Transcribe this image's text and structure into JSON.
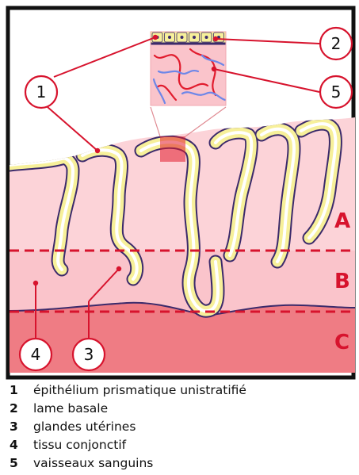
{
  "colors": {
    "layer_a": "#fcd3d8",
    "layer_b": "#fac4cb",
    "layer_c": "#ef7c84",
    "accent": "#d7132d",
    "gland_fill": "#ffffff",
    "epithelium": "#f7f09a",
    "basal_outline": "#3b2a6b",
    "vessel_red": "#e11c2e",
    "vessel_blue": "#6e87e8"
  },
  "zones": [
    "A",
    "B",
    "C"
  ],
  "callouts": [
    "1",
    "2",
    "3",
    "4",
    "5"
  ],
  "legend": [
    {
      "num": "1",
      "text": "épithélium prismatique unistratifié"
    },
    {
      "num": "2",
      "text": "lame basale"
    },
    {
      "num": "3",
      "text": "glandes utérines"
    },
    {
      "num": "4",
      "text": "tissu conjonctif"
    },
    {
      "num": "5",
      "text": "vaisseaux sanguins"
    }
  ]
}
